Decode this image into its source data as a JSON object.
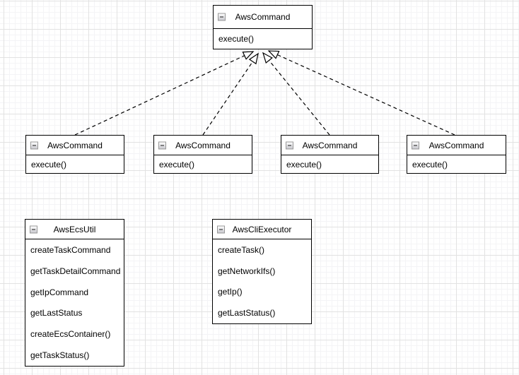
{
  "canvas": {
    "background_color": "#ffffff",
    "grid_minor_color": "#f4f4f6",
    "grid_major_color": "#e2e2e2",
    "shape_border_color": "#000000",
    "text_color": "#000000"
  },
  "icons": {
    "collapse": "minus-square"
  },
  "classes": [
    {
      "id": "parent",
      "title": "AwsCommand",
      "methods": [
        "execute()"
      ]
    },
    {
      "id": "child1",
      "title": "AwsCommand",
      "methods": [
        "execute()"
      ]
    },
    {
      "id": "child2",
      "title": "AwsCommand",
      "methods": [
        "execute()"
      ]
    },
    {
      "id": "child3",
      "title": "AwsCommand",
      "methods": [
        "execute()"
      ]
    },
    {
      "id": "child4",
      "title": "AwsCommand",
      "methods": [
        "execute()"
      ]
    },
    {
      "id": "ecsutil",
      "title": "AwsEcsUtil",
      "methods": [
        "createTaskCommand",
        "getTaskDetailCommand",
        "getIpCommand",
        "getLastStatus",
        "createEcsContainer()",
        "getTaskStatus()"
      ]
    },
    {
      "id": "cliexecutor",
      "title": "AwsCliExecutor",
      "methods": [
        "createTask()",
        "getNetworkIfs()",
        "getIp()",
        "getLastStatus()"
      ]
    }
  ],
  "connections": [
    {
      "from": "child1",
      "to": "parent",
      "line": "dashed",
      "arrow": "hollow-triangle"
    },
    {
      "from": "child2",
      "to": "parent",
      "line": "dashed",
      "arrow": "hollow-triangle"
    },
    {
      "from": "child3",
      "to": "parent",
      "line": "dashed",
      "arrow": "hollow-triangle"
    },
    {
      "from": "child4",
      "to": "parent",
      "line": "dashed",
      "arrow": "hollow-triangle"
    }
  ]
}
